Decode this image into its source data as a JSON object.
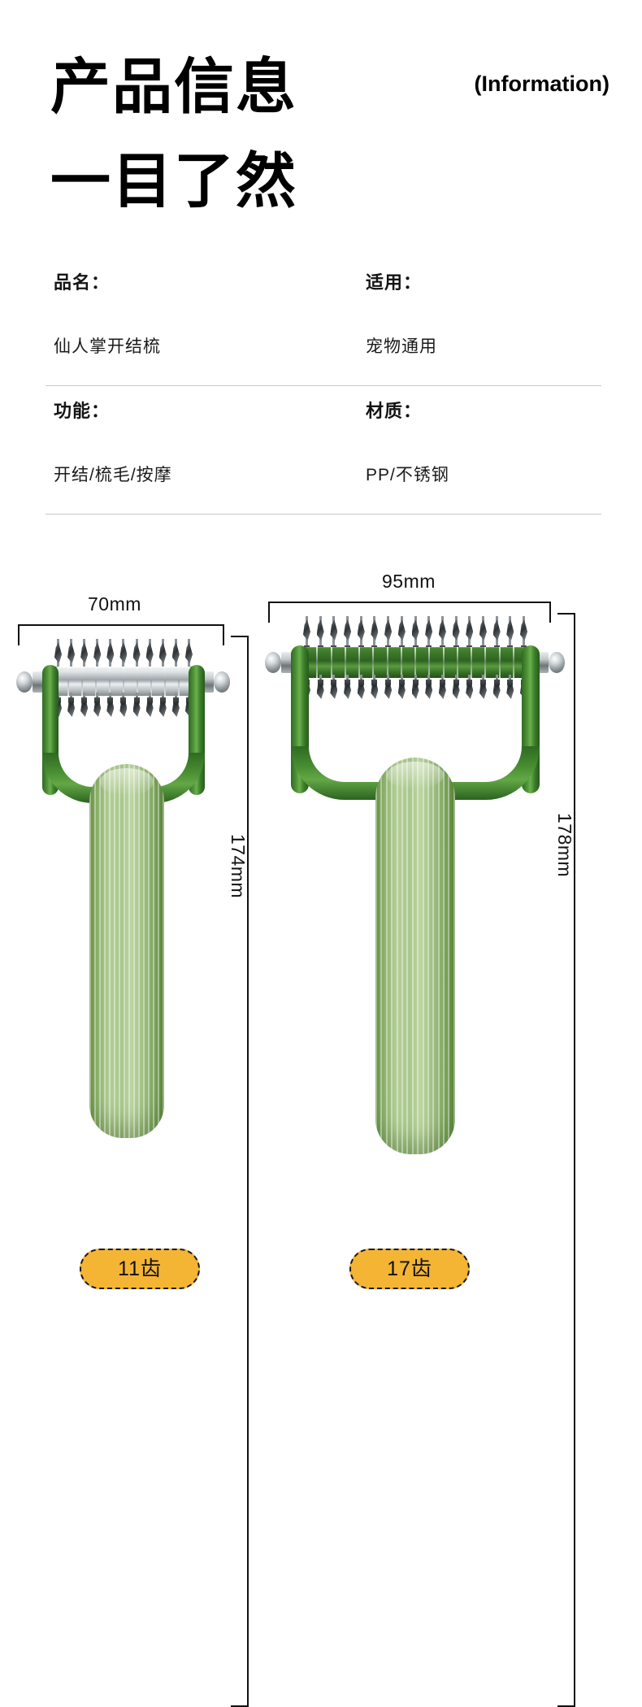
{
  "header": {
    "title_line_1": "产品信息",
    "title_line_2": "一目了然",
    "title_en": "(Information)"
  },
  "spec_table": {
    "rows": [
      {
        "left": {
          "label": "品名：",
          "value": "仙人掌开结梳"
        },
        "right": {
          "label": "适用：",
          "value": "宠物通用"
        }
      },
      {
        "left": {
          "label": "功能：",
          "value": "开结/梳毛/按摩"
        },
        "right": {
          "label": "材质：",
          "value": "PP/不锈钢"
        }
      }
    ]
  },
  "products": [
    {
      "id": "comb-11",
      "width_label": "70mm",
      "height_label": "174mm",
      "badge_label": "11齿",
      "teeth_count": 11,
      "roller_finish": "chrome"
    },
    {
      "id": "comb-17",
      "width_label": "95mm",
      "height_label": "178mm",
      "badge_label": "17齿",
      "teeth_count": 17,
      "roller_finish": "green"
    }
  ],
  "colors": {
    "background": "#ffffff",
    "text": "#111111",
    "divider": "#c9c9c9",
    "badge_fill": "#f4b434",
    "badge_border": "#1a1a1a",
    "handle_green": "#a9c88c",
    "yoke_green": "#3d7f2b",
    "chrome": "#c2c8cc"
  }
}
